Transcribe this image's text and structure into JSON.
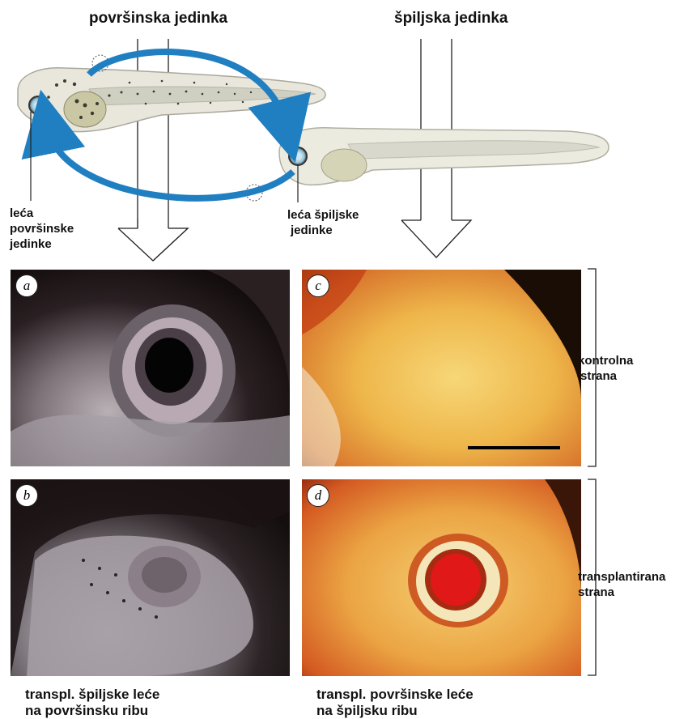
{
  "header": {
    "surface_fish": "površinska jedinka",
    "cave_fish": "špiljska jedinka"
  },
  "labels": {
    "surface_lens_line1": "leća",
    "surface_lens_line2": "površinske",
    "surface_lens_line3": "jedinke",
    "cave_lens_line1": "leća špiljske",
    "cave_lens_line2": "jedinke"
  },
  "panels": {
    "a": "a",
    "b": "b",
    "c": "c",
    "d": "d"
  },
  "side_labels": {
    "control_line1": "kontrolna",
    "control_line2": "strana",
    "transplanted_line1": "transplantirana",
    "transplanted_line2": "strana"
  },
  "captions": {
    "left_line1": "transpl. špiljske leće",
    "left_line2": "na površinsku ribu",
    "right_line1": "transpl. površinske leće",
    "right_line2": "na špiljsku ribu"
  },
  "colors": {
    "arrow_blue": "#1f7fc0",
    "surface_fish_body": "#e8e6dc",
    "cave_fish_body": "#ecebe0",
    "cave_lens_red": "#e01818"
  }
}
